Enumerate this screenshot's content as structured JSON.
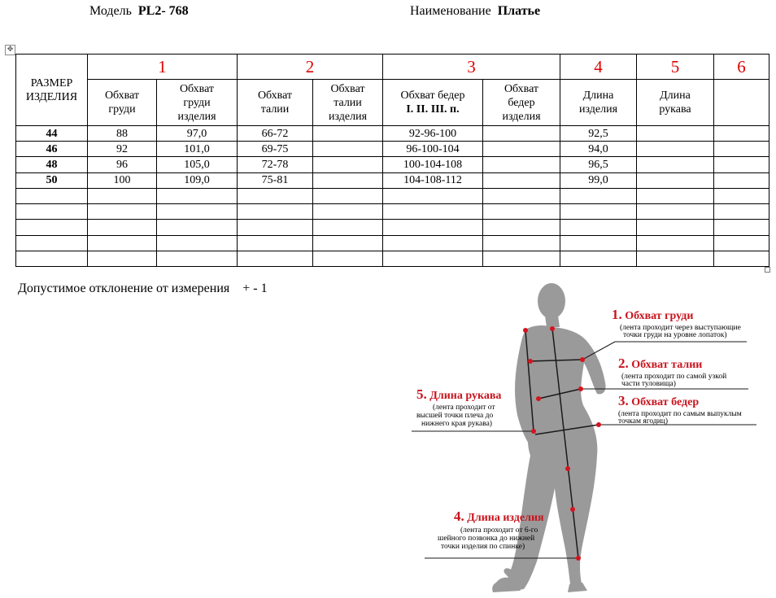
{
  "header": {
    "model_label": "Модель",
    "model_value": "PL2- 768",
    "name_label": "Наименование",
    "name_value": "Платье"
  },
  "table": {
    "size_header": [
      "РАЗМЕР",
      "ИЗДЕЛИЯ"
    ],
    "group_numbers": [
      "1",
      "2",
      "3",
      "4",
      "5",
      "6"
    ],
    "subheaders": [
      [
        "Обхват",
        "груди"
      ],
      [
        "Обхват",
        "груди",
        "изделия"
      ],
      [
        "Обхват",
        "талии"
      ],
      [
        "Обхват",
        "талии",
        "изделия"
      ],
      [
        "Обхват бедер",
        "I. II. III. п."
      ],
      [
        "Обхват",
        "бедер",
        "изделия"
      ],
      [
        "Длина",
        "изделия"
      ],
      [
        "Длина",
        "рукава"
      ],
      [
        ""
      ]
    ],
    "rows": [
      [
        "44",
        "88",
        "97,0",
        "66-72",
        "",
        "92-96-100",
        "",
        "92,5",
        "",
        ""
      ],
      [
        "46",
        "92",
        "101,0",
        "69-75",
        "",
        "96-100-104",
        "",
        "94,0",
        "",
        ""
      ],
      [
        "48",
        "96",
        "105,0",
        "72-78",
        "",
        "100-104-108",
        "",
        "96,5",
        "",
        ""
      ],
      [
        "50",
        "100",
        "109,0",
        "75-81",
        "",
        "104-108-112",
        "",
        "99,0",
        "",
        ""
      ],
      [
        "",
        "",
        "",
        "",
        "",
        "",
        "",
        "",
        "",
        ""
      ],
      [
        "",
        "",
        "",
        "",
        "",
        "",
        "",
        "",
        "",
        ""
      ],
      [
        "",
        "",
        "",
        "",
        "",
        "",
        "",
        "",
        "",
        ""
      ],
      [
        "",
        "",
        "",
        "",
        "",
        "",
        "",
        "",
        "",
        ""
      ],
      [
        "",
        "",
        "",
        "",
        "",
        "",
        "",
        "",
        "",
        ""
      ]
    ]
  },
  "tolerance": {
    "text": "Допустимое отклонение от измерения",
    "value": "+ - 1"
  },
  "figure": {
    "labels": [
      {
        "num": "1.",
        "title": "Обхват груди",
        "note": [
          "(лента проходит через выступающие",
          "точки груди на уровне лопаток)"
        ]
      },
      {
        "num": "2.",
        "title": "Обхват талии",
        "note": [
          "(лента проходит по самой узкой",
          "части туловища)"
        ]
      },
      {
        "num": "3.",
        "title": "Обхват бедер",
        "note": [
          "(лента проходит по самым выпуклым",
          "точкам ягодиц)"
        ]
      },
      {
        "num": "4.",
        "title": "Длина изделия",
        "note": [
          "(лента проходит от 6-го",
          "шейного позвонка до нижней",
          "точки изделия по спинке)"
        ]
      },
      {
        "num": "5.",
        "title": "Длина рукава",
        "note": [
          "(лента проходит от",
          "высшей точки плеча до",
          "нижнего края рукава)"
        ]
      }
    ],
    "colors": {
      "label": "#c8141e",
      "silhouette": "#9a9a9a",
      "marker": "#d4141e"
    }
  }
}
